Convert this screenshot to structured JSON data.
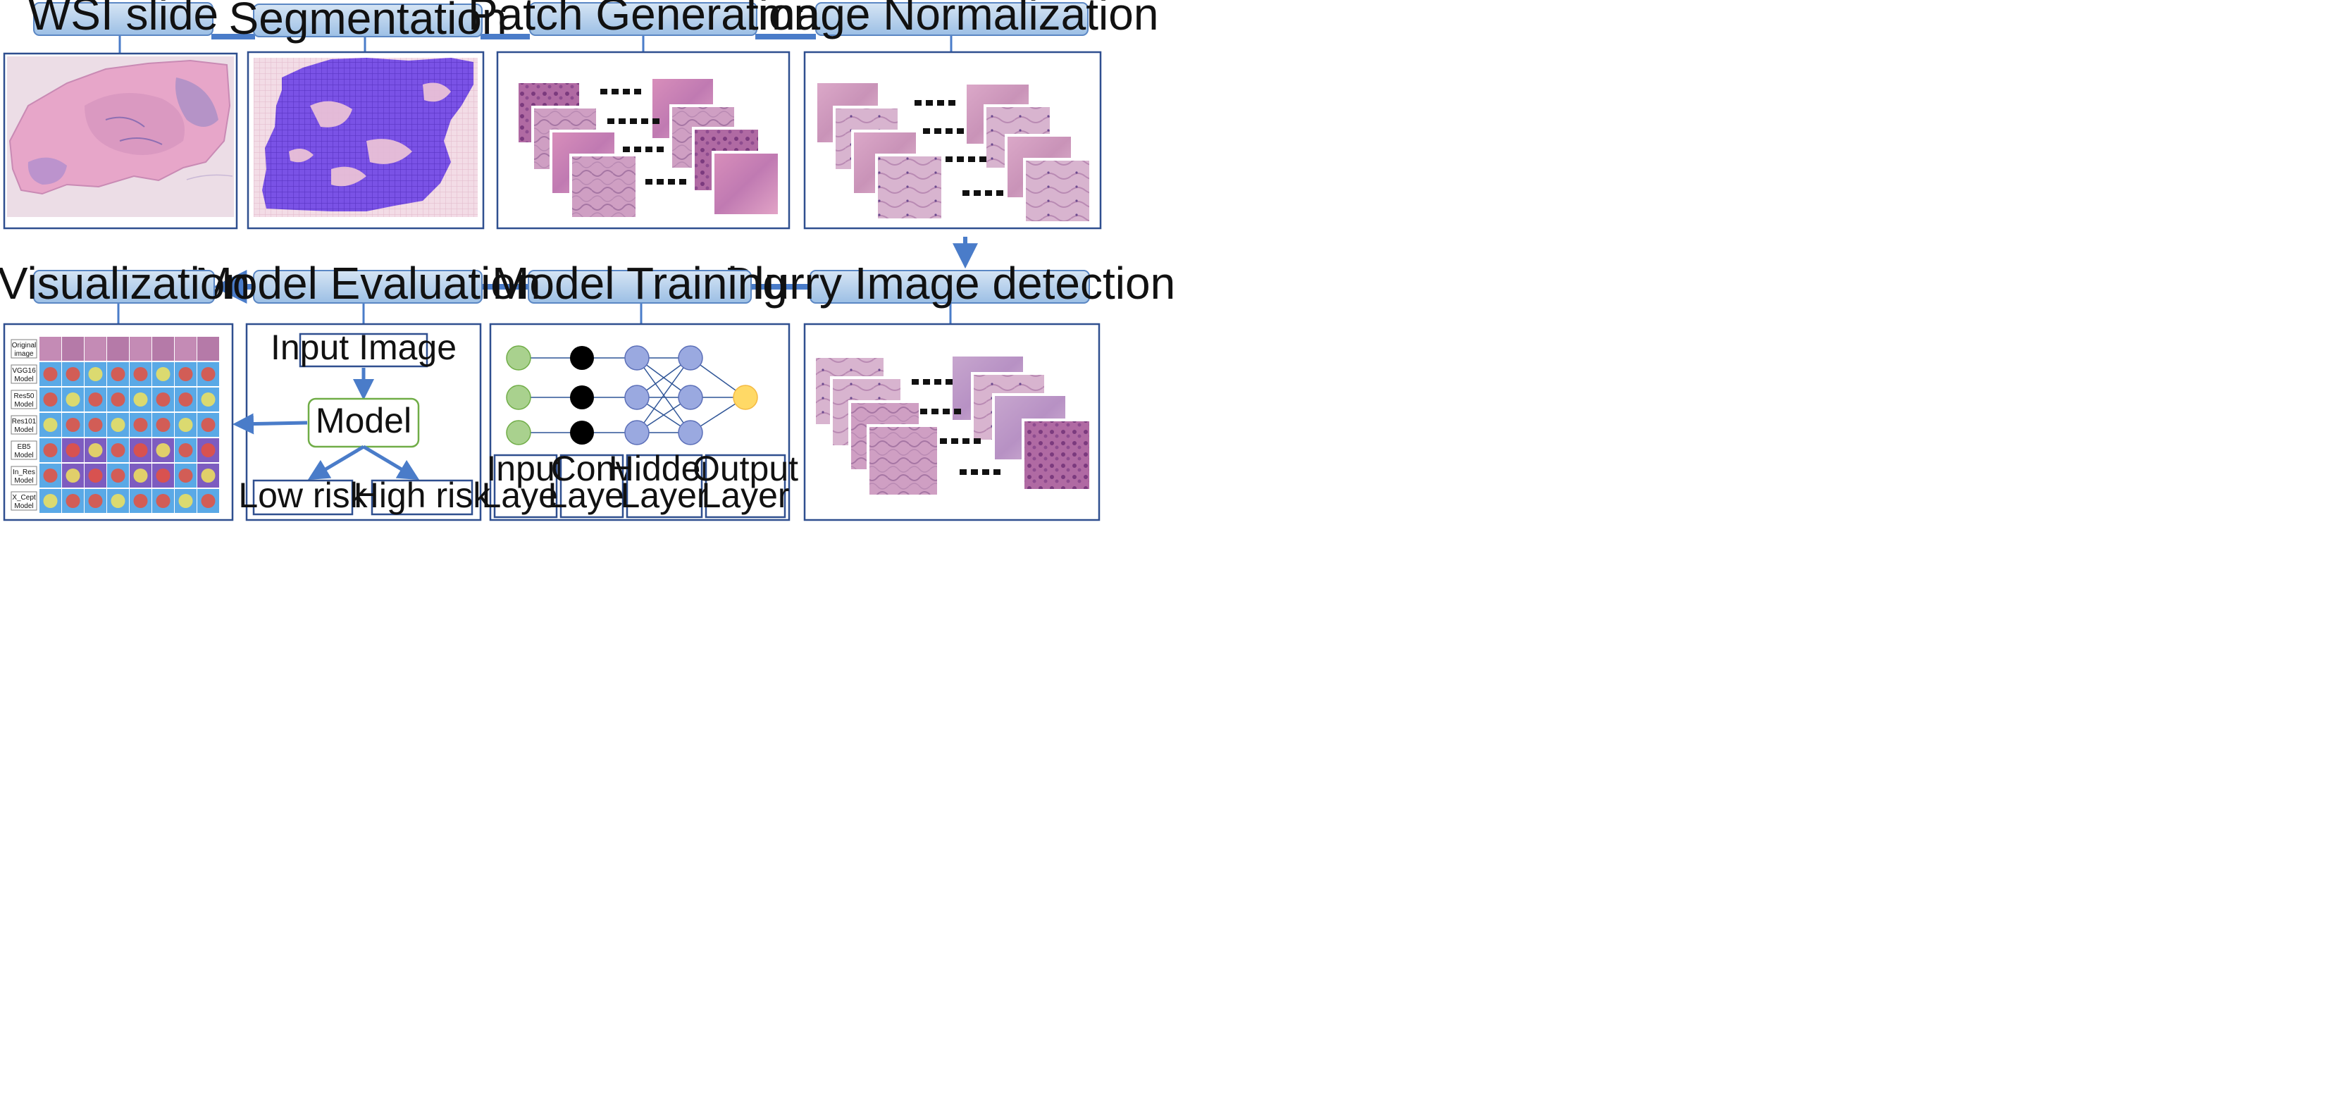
{
  "steps": {
    "wsi": "WSI slide",
    "segmentation": "Segmentation",
    "patch": "Patch Generation",
    "normalization": "Image Normalization",
    "blurry": "Blurry Image detection",
    "training": "Model Training",
    "evaluation": "Model Evaluation",
    "visualization": "Visualization"
  },
  "evaluation_flow": {
    "input": "Input Image",
    "model": "Model",
    "low": "Low risk",
    "high": "High risk"
  },
  "layers": [
    {
      "line1": "Input",
      "line2": "Layer"
    },
    {
      "line1": "Conv",
      "line2": "Layer"
    },
    {
      "line1": "Hidden",
      "line2": "Layer"
    },
    {
      "line1": "Output",
      "line2": "Layer"
    }
  ],
  "visualization_rows": [
    {
      "line1": "Original",
      "line2": "image"
    },
    {
      "line1": "VGG16",
      "line2": "Model"
    },
    {
      "line1": "Res50",
      "line2": "Model"
    },
    {
      "line1": "Res101",
      "line2": "Model"
    },
    {
      "line1": "EB5",
      "line2": "Model"
    },
    {
      "line1": "In_Res",
      "line2": "Model"
    },
    {
      "line1": "X_Cept",
      "line2": "Model"
    }
  ],
  "colors": {
    "pill_top": "#cfe0f2",
    "pill_bottom": "#9ec0e6",
    "pill_border": "#5b87c4",
    "connector": "#4a7cc9",
    "panel_border": "#2f4f8f",
    "tissue_pink": "#e8a6c8",
    "tissue_purple": "#a98ccf",
    "segment_fill": "#7b4fe0",
    "input_node": "#a9d18e",
    "conv_node": "#000000",
    "hidden_node": "#9aa9e0",
    "output_node": "#ffd966",
    "model_border": "#70ad47"
  }
}
